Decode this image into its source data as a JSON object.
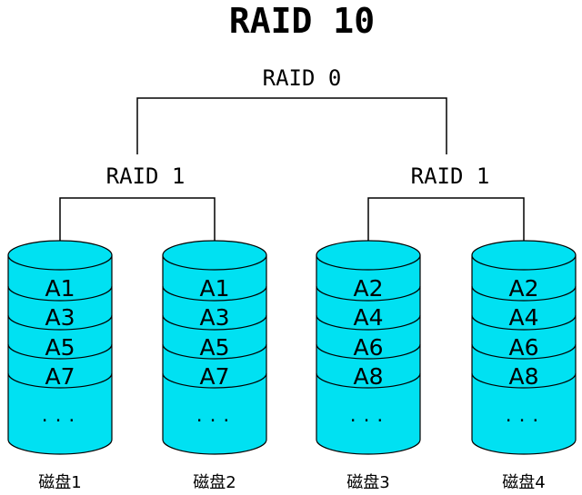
{
  "title": "RAID 10",
  "top_label": "RAID 0",
  "groups": [
    {
      "label": "RAID 1"
    },
    {
      "label": "RAID 1"
    }
  ],
  "disks": [
    {
      "name": "磁盘1",
      "blocks": [
        "A1",
        "A3",
        "A5",
        "A7"
      ],
      "more": "..."
    },
    {
      "name": "磁盘2",
      "blocks": [
        "A1",
        "A3",
        "A5",
        "A7"
      ],
      "more": "..."
    },
    {
      "name": "磁盘3",
      "blocks": [
        "A2",
        "A4",
        "A6",
        "A8"
      ],
      "more": "..."
    },
    {
      "name": "磁盘4",
      "blocks": [
        "A2",
        "A4",
        "A6",
        "A8"
      ],
      "more": "..."
    }
  ],
  "colors": {
    "disk_fill": "#00e1f2",
    "line": "#000000"
  }
}
